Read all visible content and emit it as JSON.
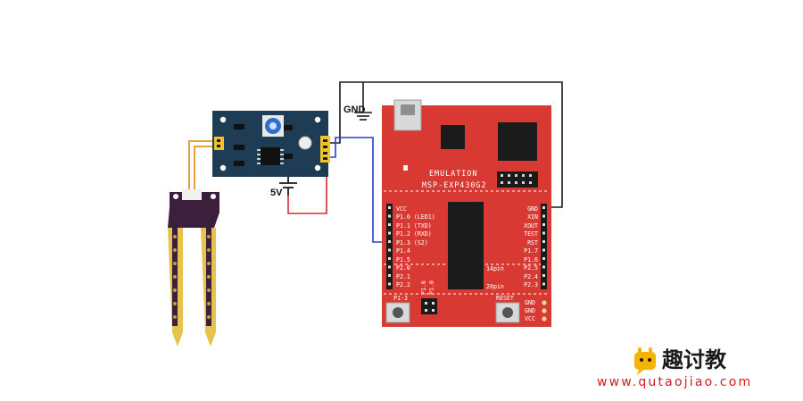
{
  "wiring": {
    "gnd_label": "GND",
    "vcc_label": "5V",
    "wire_colors": {
      "ground": "#1a1a1a",
      "power": "#d82b2b",
      "signal": "#2b3ec9",
      "probe": "#e6a23c"
    }
  },
  "board": {
    "title_line1": "EMULATION",
    "title_line2": "MSP-EXP430G2",
    "left_pins": [
      "VCC",
      "P1.0 (LED1)",
      "P1.1 (TXD)",
      "P1.2 (RXD)",
      "P1.3 (S2)",
      "P1.4",
      "P1.5",
      "P2.0",
      "P2.1",
      "P2.2"
    ],
    "right_pins": [
      "GND",
      "XIN",
      "XOUT",
      "TEST",
      "RST",
      "P1.7",
      "P1.6",
      "P2.5",
      "P2.4",
      "P2.3"
    ],
    "socket_label_14": "14pin",
    "socket_label_20": "20pin",
    "button_left_label": "P1-3",
    "button_right_label": "RESET",
    "jumper_labels": [
      "P1.6",
      "P1.0"
    ],
    "bottom_right_pins": [
      "GND",
      "GND",
      "VCC"
    ],
    "color": "#d83a33"
  },
  "brand": {
    "name": "趣讨教",
    "url": "www.qutaojiao.com",
    "accent": "#f5b400"
  }
}
